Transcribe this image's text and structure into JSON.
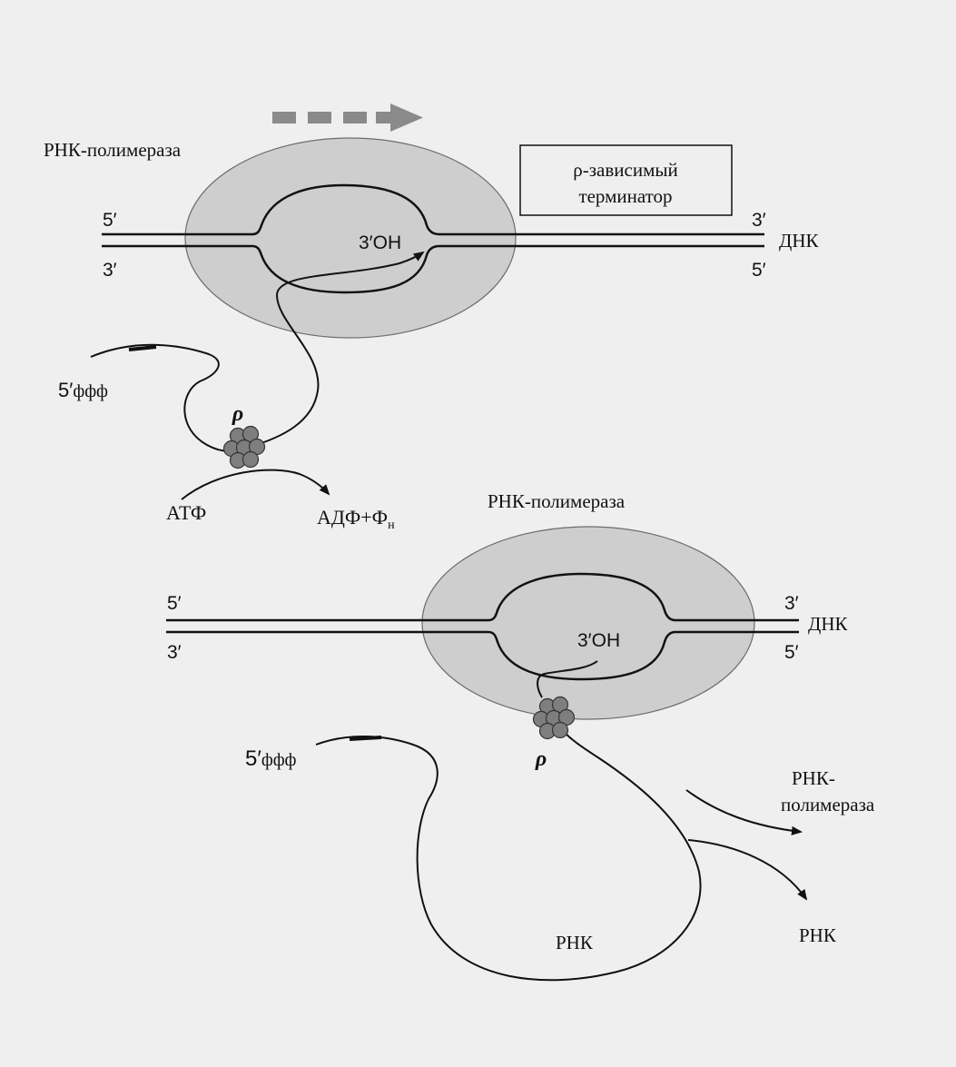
{
  "top": {
    "polymerase_label": "РНК-полимераза",
    "terminator_line1": "ρ-зависимый",
    "terminator_line2": "терминатор",
    "dna_left_top": "5′",
    "dna_left_bottom": "3′",
    "dna_right_top": "3′",
    "dna_right_bottom": "5′",
    "dna_label": "ДНК",
    "rna_3oh": "3′OH",
    "rna_5end": "5′",
    "rna_5end_phos": "ффф",
    "rho_label": "ρ",
    "atp_label": "АТФ",
    "adp_label": "АДФ+Ф",
    "adp_subscript": "н"
  },
  "bottom": {
    "polymerase_label": "РНК-полимераза",
    "dna_left_top": "5′",
    "dna_left_bottom": "3′",
    "dna_right_top": "3′",
    "dna_right_bottom": "5′",
    "dna_label": "ДНК",
    "rna_3oh": "3′OH",
    "rna_5end": "5′",
    "rna_5end_phos": "ффф",
    "rho_label": "ρ",
    "rna_label": "РНК",
    "released_polymerase_line1": "РНК-",
    "released_polymerase_line2": "полимераза",
    "released_rna": "РНК"
  },
  "colors": {
    "ink": "#111111",
    "polymerase_fill": "#cdcdcd",
    "rho_fill": "#7e7e7e",
    "arrow_dash": "#8a8a8a",
    "background": "#efefef"
  }
}
